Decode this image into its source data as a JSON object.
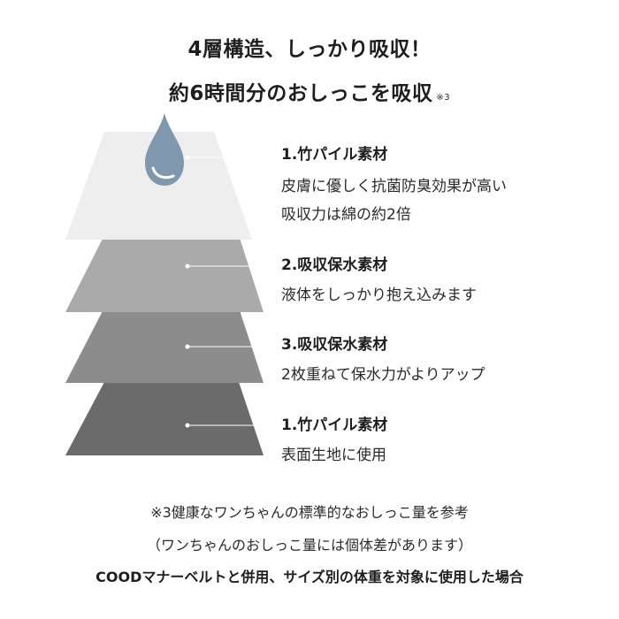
{
  "title": {
    "line1": "4層構造、しっかり吸収！",
    "line2": "約6時間分のおしっこを吸収",
    "note_mark": "※3"
  },
  "layers": [
    {
      "title": "1.竹パイル素材",
      "desc": [
        "皮膚に優しく抗菌防臭効果が高い",
        "吸収力は綿の約2倍"
      ],
      "color": "#eeeeee"
    },
    {
      "title": "2.吸収保水素材",
      "desc": [
        "液体をしっかり抱え込みます"
      ],
      "color": "#aaaaaa"
    },
    {
      "title": "3.吸収保水素材",
      "desc": [
        "2枚重ねて保水力がよりアップ"
      ],
      "color": "#8c8c8c"
    },
    {
      "title": "1.竹パイル素材",
      "desc": [
        "表面生地に使用"
      ],
      "color": "#6b6b6b"
    }
  ],
  "drop_color": "#7f98ad",
  "footnotes": {
    "line1": "※3健康なワンちゃんの標準的なおしっこ量を参考",
    "line2": "（ワンちゃんのおしっこ量には個体差があります）",
    "line3": "COODマナーベルトと併用、サイズ別の体重を対象に使用した場合"
  }
}
